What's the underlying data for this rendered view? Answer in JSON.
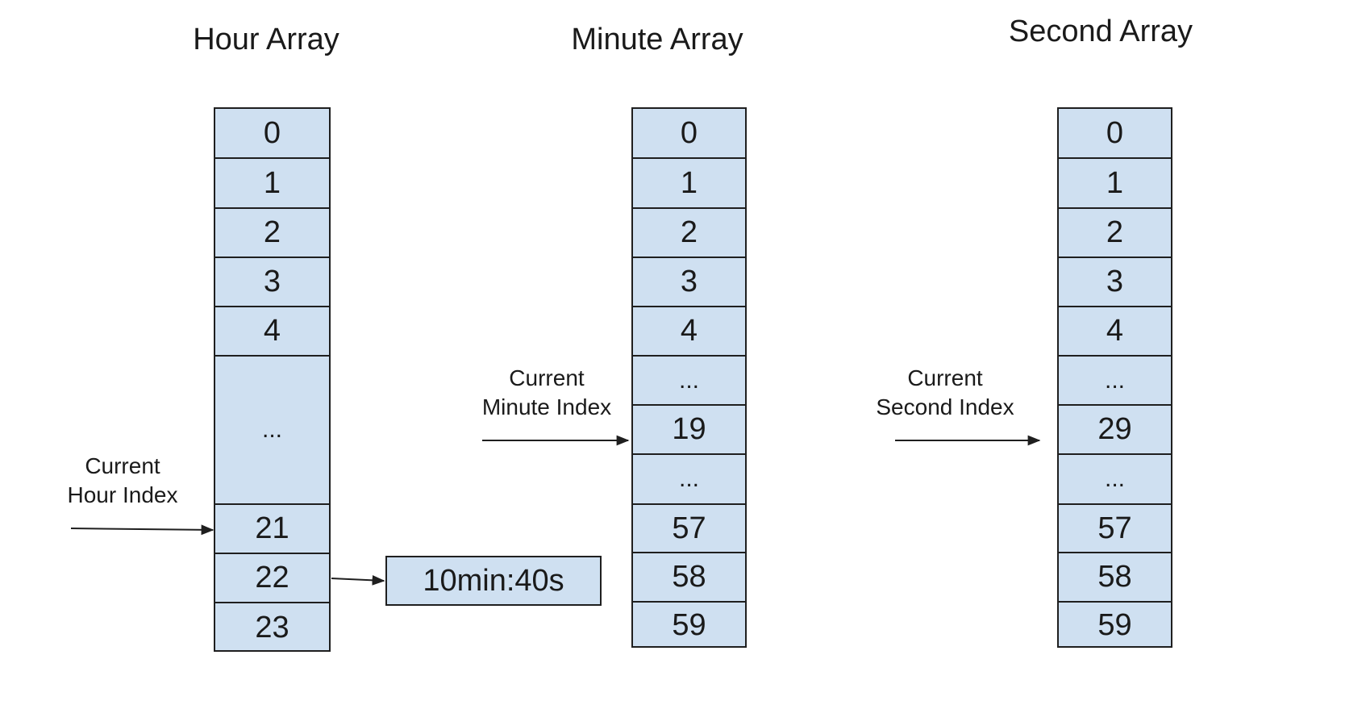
{
  "arrays": [
    {
      "title": "Hour Array",
      "cells": [
        "0",
        "1",
        "2",
        "3",
        "4",
        "...",
        "21",
        "22",
        "23"
      ],
      "pointer_label": [
        "Current",
        "Hour Index"
      ],
      "pointer_value": "21"
    },
    {
      "title": "Minute Array",
      "cells": [
        "0",
        "1",
        "2",
        "3",
        "4",
        "...",
        "19",
        "...",
        "57",
        "58",
        "59"
      ],
      "pointer_label": [
        "Current",
        "Minute Index"
      ],
      "pointer_value": "19"
    },
    {
      "title": "Second Array",
      "cells": [
        "0",
        "1",
        "2",
        "3",
        "4",
        "...",
        "29",
        "...",
        "57",
        "58",
        "59"
      ],
      "pointer_label": [
        "Current",
        "Second Index"
      ],
      "pointer_value": "29"
    }
  ],
  "linked_entry": {
    "from_value": "22",
    "text": "10min:40s"
  },
  "colors": {
    "cell_fill": "#cfe0f1",
    "stroke": "#1f1f1f"
  }
}
